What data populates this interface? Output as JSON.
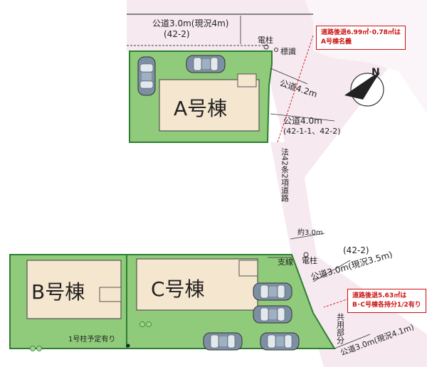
{
  "roads": {
    "top": "公道3.0m(現況4m)",
    "top_code": "(42-2)",
    "east_a": "公道4.2m",
    "east_b": "公道4.0m",
    "east_b_code": "(42-1-1、42-2)",
    "law_road": "法42条2項道路",
    "width_approx": "約3.0m",
    "south_code": "(42-2)",
    "south_width": "公道3.0m(現況3.5m)",
    "bottom": "公道3.0m(現況4.1m)"
  },
  "labels": {
    "pole_top": "電柱",
    "sign": "標識",
    "guy_wire": "支線",
    "pole_mid": "電柱",
    "shared": "共用部分",
    "pillar_note": "1号柱予定有り"
  },
  "buildings": {
    "a": "A号棟",
    "b": "B号棟",
    "c": "C号棟"
  },
  "notes": {
    "north_line1": "道路後退6.99㎡･0.78㎡は",
    "north_line2": "A号棟名義",
    "south_line1": "道路後退5.63㎡は",
    "south_line2": "B･C号棟各持分1/2有り"
  },
  "compass": {
    "north_letter": "N"
  },
  "colors": {
    "lot": "#8fcb7a",
    "lot_border": "#2e7d32",
    "house": "#f5e6cf",
    "road": "#f6e9f0",
    "note_red": "#cc1111",
    "car": "#7c8fa3"
  }
}
